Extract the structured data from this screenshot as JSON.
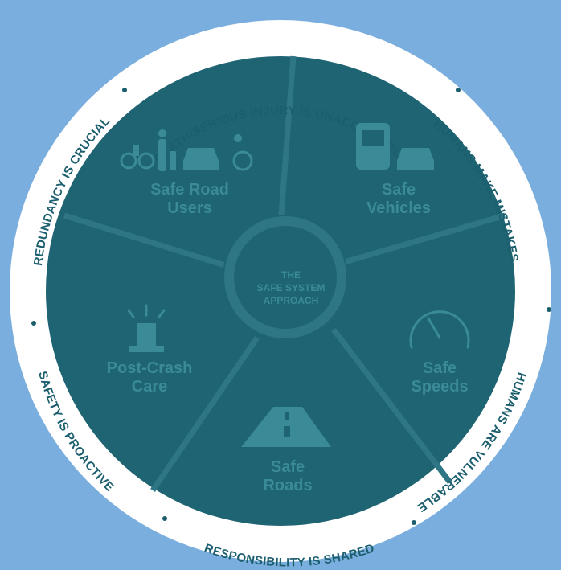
{
  "principles": [
    "DEATH/SERIOUS INJURY IS UNACCEPTABLE",
    "HUMANS MAKE MISTAKES",
    "HUMANS ARE VULNERABLE",
    "RESPONSIBILITY IS SHARED",
    "SAFETY IS PROACTIVE",
    "REDUNDANCY IS CRUCIAL"
  ],
  "center": {
    "line1": "THE",
    "line2": "SAFE SYSTEM",
    "line3": "APPROACH"
  },
  "segments": {
    "road_users": {
      "line1": "Safe Road",
      "line2": "Users"
    },
    "vehicles": {
      "line1": "Safe",
      "line2": "Vehicles"
    },
    "speeds": {
      "line1": "Safe",
      "line2": "Speeds"
    },
    "roads": {
      "line1": "Safe",
      "line2": "Roads"
    },
    "post_crash": {
      "line1": "Post-Crash",
      "line2": "Care"
    }
  },
  "colors": {
    "background": "#7aaede",
    "ring": "#ffffff",
    "disc": "#1f6473",
    "divider": "#2f7684",
    "label": "#3a8a98",
    "ring_text": "#1b5e6e"
  }
}
